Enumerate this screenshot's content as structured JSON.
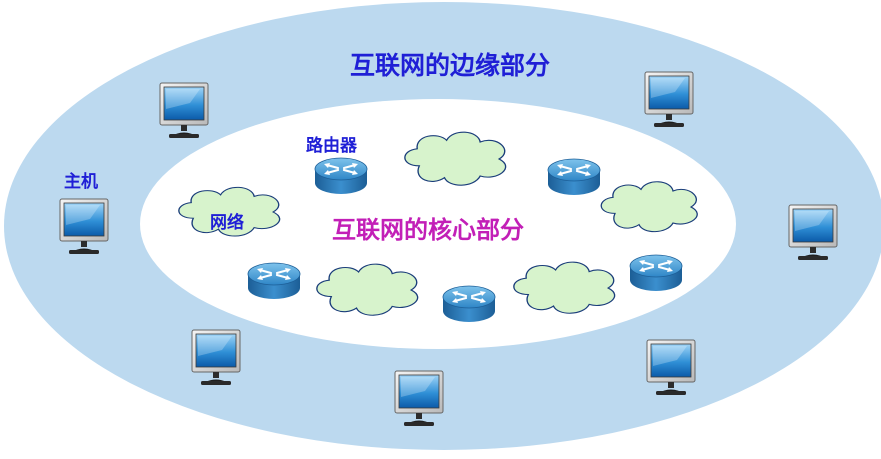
{
  "labels": {
    "edge_title": "互联网的边缘部分",
    "core_title": "互联网的核心部分",
    "router": "路由器",
    "host": "主机",
    "network": "网络"
  },
  "colors": {
    "outer_ring": "#bcd9ef",
    "core_area": "#ffffff",
    "edge_title_color": "#1f1fd6",
    "core_title_color": "#c21fb7",
    "label_color": "#1f1fd6",
    "cloud_fill": "#d7f3cc",
    "cloud_stroke": "#1a3d7a",
    "router_blue": "#2f86c7",
    "monitor_screen": "#1b75c0"
  },
  "icons": [
    "host-computer-icon",
    "router-icon",
    "network-cloud-icon"
  ]
}
